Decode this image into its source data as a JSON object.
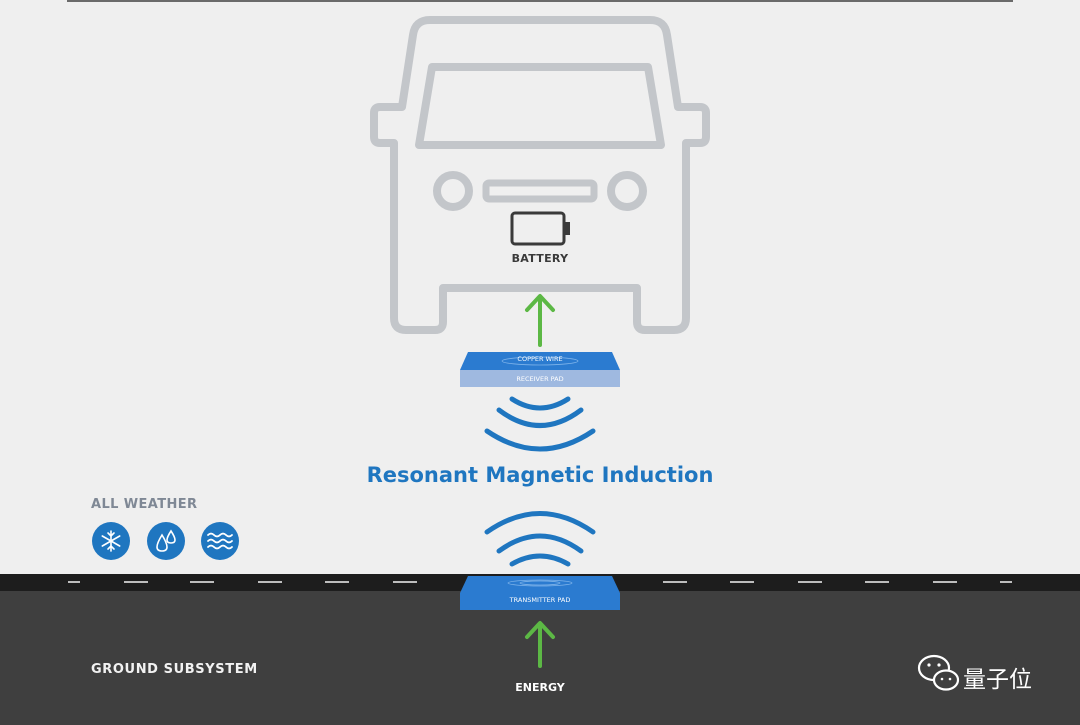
{
  "diagram": {
    "title": "Resonant Magnetic Induction",
    "battery_label": "BATTERY",
    "receiver": {
      "top_label": "COPPER WIRE",
      "bottom_label": "RECEIVER PAD"
    },
    "transmitter_label": "TRANSMITTER PAD",
    "all_weather_label": "ALL WEATHER",
    "weather_icons": [
      "snowflake-icon",
      "raindrops-icon",
      "waves-icon"
    ],
    "ground_label": "GROUND SUBSYSTEM",
    "energy_label": "ENERGY",
    "brand": "量子位",
    "colors": {
      "background": "#efefef",
      "vehicle_outline": "#c3c6ca",
      "pad_blue": "#2b7bd0",
      "pad_light": "#9fb9e0",
      "field_blue": "#1f76c0",
      "arrow_green": "#5cb845",
      "ground": "#3f3f3f",
      "road": "#1d1d1d"
    }
  }
}
